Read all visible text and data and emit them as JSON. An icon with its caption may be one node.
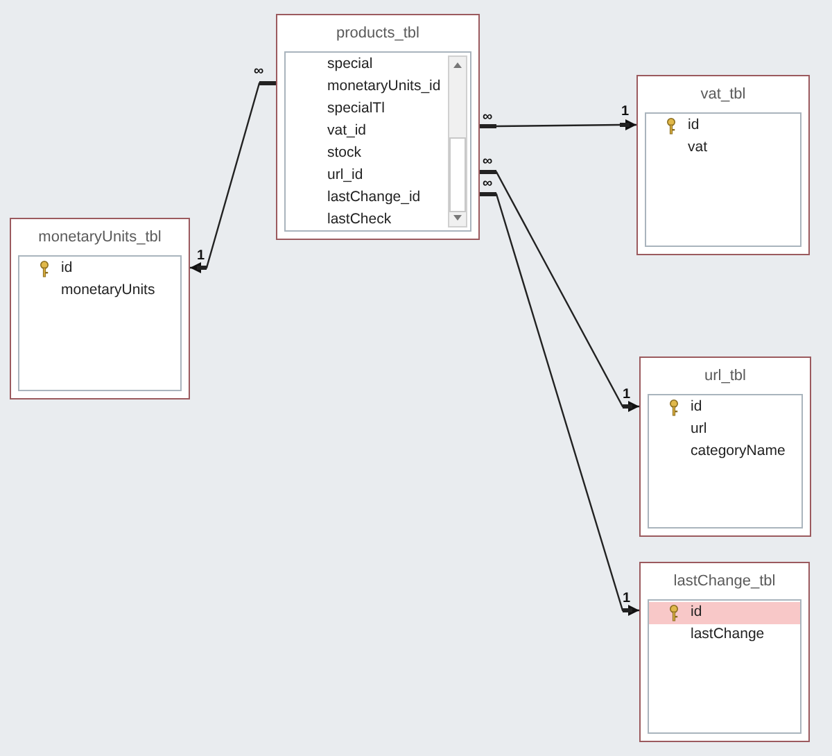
{
  "diagram": {
    "nodes": [
      {
        "text": [
          "products_tbl",
          "special",
          "monetaryUnits_id",
          "specialTl",
          "vat_id",
          "stock",
          "url_id",
          "lastChange_id",
          "lastCheck"
        ]
      },
      {
        "text": [
          "monetaryUnits_tbl",
          "id",
          "monetaryUnits"
        ]
      },
      {
        "text": [
          "vat_tbl",
          "id",
          "vat"
        ]
      },
      {
        "text": [
          "url_tbl",
          "id",
          "url",
          "categoryName"
        ]
      },
      {
        "text": [
          "lastChange_tbl",
          "id",
          "lastChange"
        ]
      }
    ],
    "edges": [
      {
        "from": 0,
        "to": 1,
        "arrow": "to"
      },
      {
        "from": 0,
        "to": 2,
        "arrow": "to"
      },
      {
        "from": 0,
        "to": 3,
        "arrow": "to"
      },
      {
        "from": 0,
        "to": 4,
        "arrow": "to"
      }
    ],
    "labels": [
      "∞",
      "∞",
      "1",
      "∞",
      "∞",
      "1",
      "1",
      "1"
    ]
  }
}
